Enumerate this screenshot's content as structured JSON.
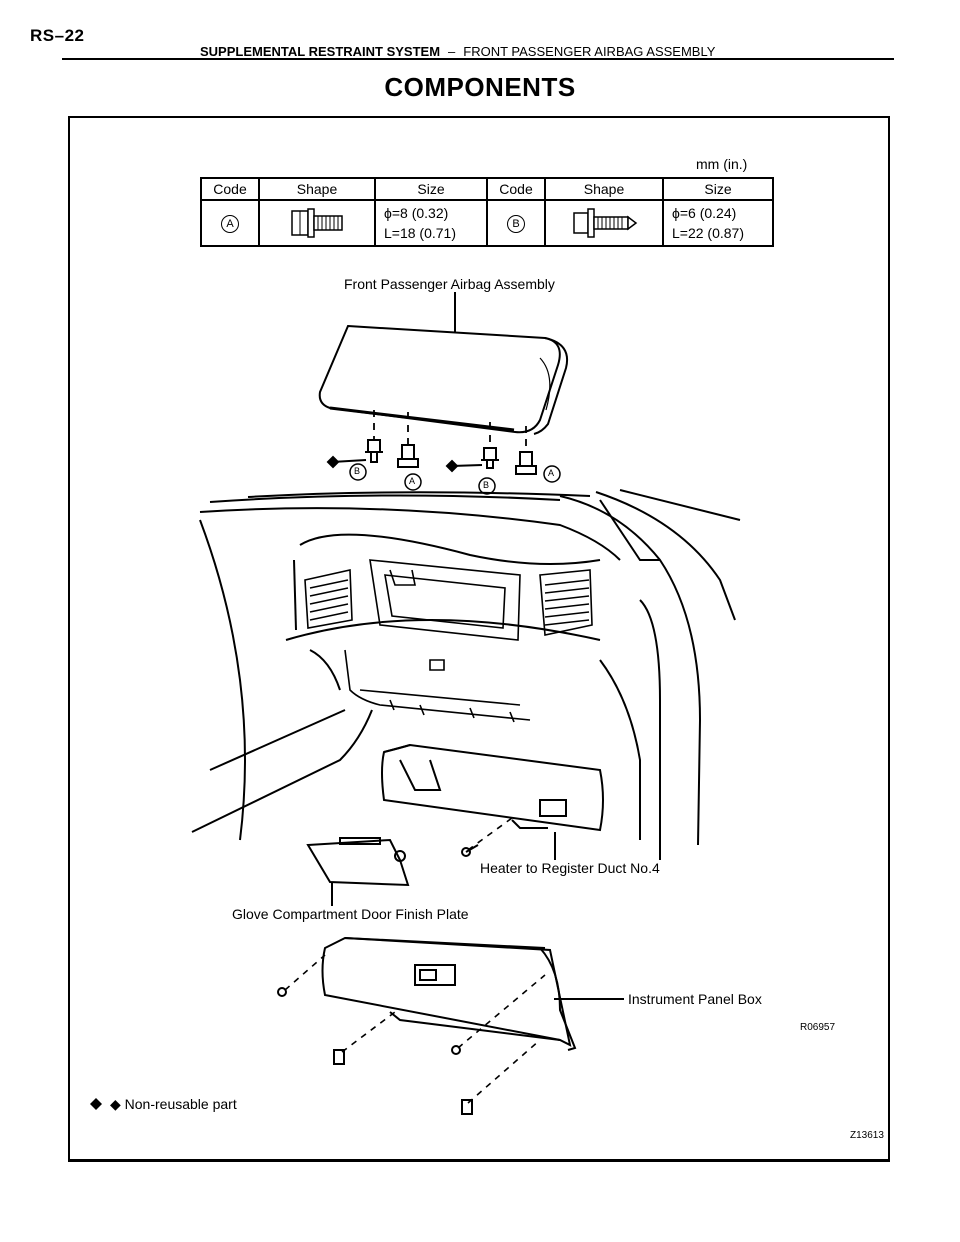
{
  "header": {
    "page_number": "RS–22",
    "section": "SUPPLEMENTAL RESTRAINT SYSTEM",
    "separator": "–",
    "subsection": "FRONT PASSENGER AIRBAG ASSEMBLY"
  },
  "title": "COMPONENTS",
  "units": "mm (in.)",
  "spec_table": {
    "headers": [
      "Code",
      "Shape",
      "Size",
      "Code",
      "Shape",
      "Size"
    ],
    "row": {
      "code_a": "A",
      "size_a_line1": "ϕ=8 (0.32)",
      "size_a_line2": "L=18 (0.71)",
      "code_b": "B",
      "size_b_line1": "ϕ=6 (0.24)",
      "size_b_line2": "L=22 (0.87)"
    }
  },
  "labels": {
    "airbag": "Front Passenger Airbag Assembly",
    "heater_duct": "Heater to Register Duct No.4",
    "finish_plate": "Glove Compartment Door Finish Plate",
    "panel_box": "Instrument Panel Box",
    "bolt_codes": [
      "B",
      "A",
      "B",
      "A"
    ],
    "legend": "◆  Non-reusable part",
    "ref_code_1": "R06957",
    "ref_code_2": "Z13613"
  }
}
